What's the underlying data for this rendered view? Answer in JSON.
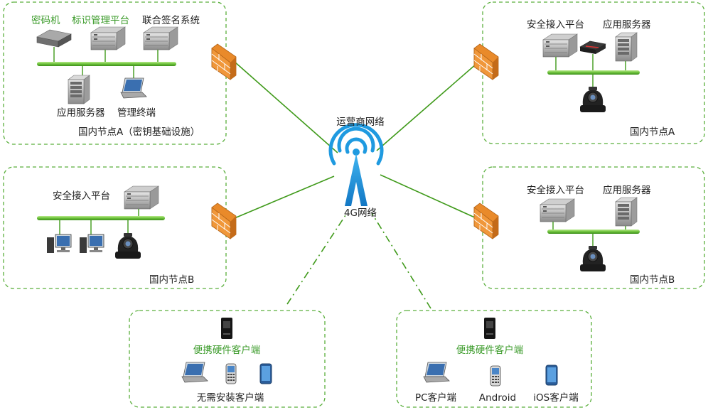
{
  "colors": {
    "green_dark": "#3f9a1a",
    "green_light": "#8fd45a",
    "border_dashed": "#5aaf3c",
    "label_dark": "#222222",
    "label_green": "#3b9b2a",
    "tower_blue": "#1f9ae0",
    "firewall_orange": "#e98a2a"
  },
  "center": {
    "operator_network": "运营商网络",
    "network_4g": "4G网络"
  },
  "box_a_left": {
    "caption": "国内节点A（密钥基础设施）",
    "crypto_machine": "密码机",
    "identity_platform": "标识管理平台",
    "joint_signature": "联合签名系统",
    "app_server": "应用服务器",
    "mgmt_terminal": "管理终端"
  },
  "box_b_left": {
    "caption": "国内节点B",
    "access_platform": "安全接入平台"
  },
  "box_a_right": {
    "caption": "国内节点A",
    "access_platform": "安全接入平台",
    "app_server": "应用服务器"
  },
  "box_b_right": {
    "caption": "国内节点B",
    "access_platform": "安全接入平台",
    "app_server": "应用服务器"
  },
  "client_left": {
    "portable_client": "便携硬件客户端",
    "no_install": "无需安装客户端"
  },
  "client_right": {
    "portable_client": "便携硬件客户端",
    "pc_client": "PC客户端",
    "android": "Android",
    "ios_client": "iOS客户端"
  }
}
